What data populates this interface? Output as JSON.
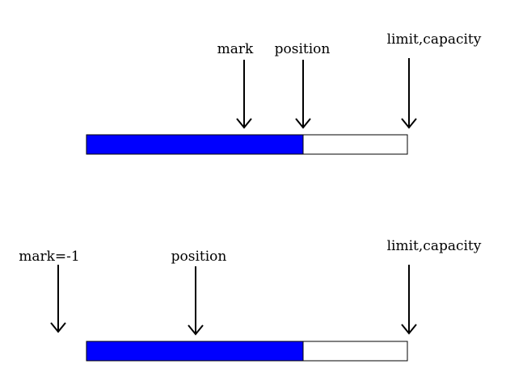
{
  "colors": {
    "filled": "#0000ff",
    "empty": "#ffffff",
    "stroke": "#000000",
    "background": "#ffffff"
  },
  "diagrams": [
    {
      "labels": {
        "mark": "mark",
        "position": "position",
        "limit": "limit,capacity"
      }
    },
    {
      "labels": {
        "mark": "mark=-1",
        "position": "position",
        "limit": "limit,capacity"
      }
    }
  ]
}
